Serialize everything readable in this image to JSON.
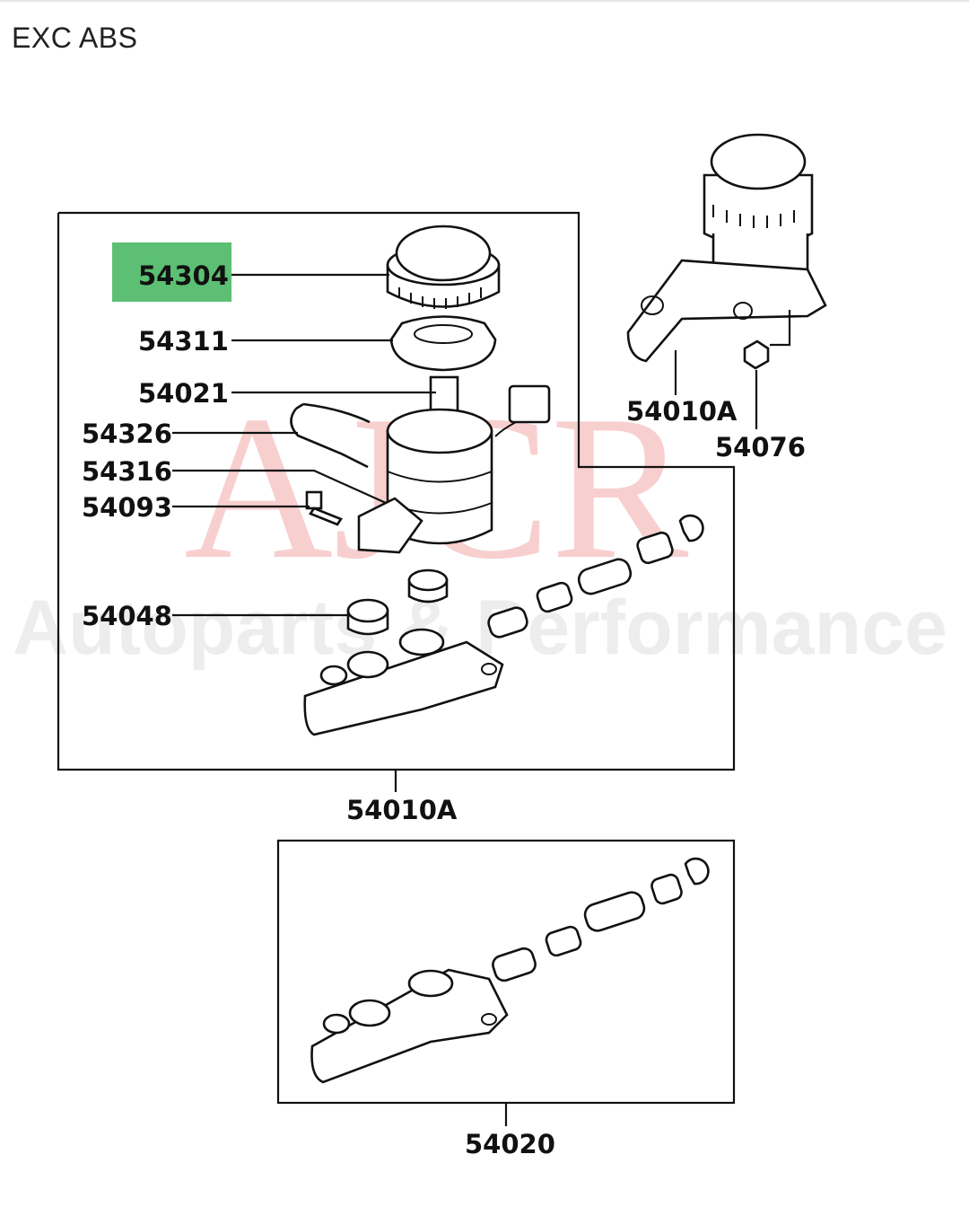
{
  "header": {
    "title": "EXC ABS"
  },
  "watermark": {
    "main": "AJCR",
    "sub": "Autoparts & Performance"
  },
  "highlight_color": "#5cbf73",
  "callouts": {
    "p54304": "54304",
    "p54311": "54311",
    "p54021": "54021",
    "p54326": "54326",
    "p54316": "54316",
    "p54093": "54093",
    "p54048": "54048",
    "p54010A_main": "54010A",
    "p54010A_alt": "54010A",
    "p54076": "54076",
    "p54020": "54020"
  }
}
